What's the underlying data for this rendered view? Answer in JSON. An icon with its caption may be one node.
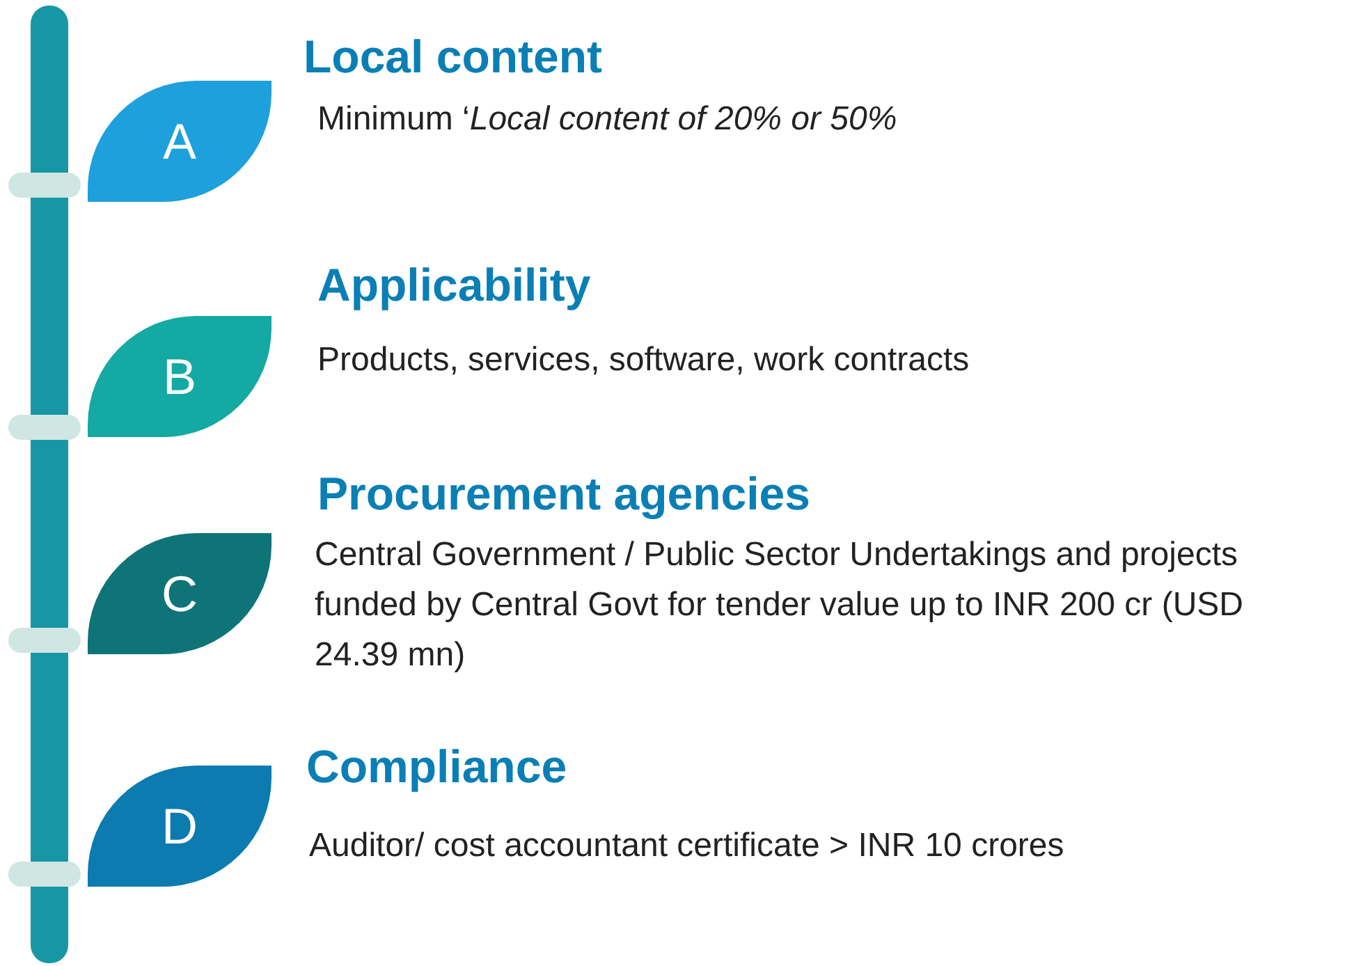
{
  "diagram": {
    "nodes": [
      {
        "text": [
          "A"
        ],
        "beside": [
          "Local content",
          "Minimum ‘*Local content of 20% or 50%*"
        ]
      },
      {
        "text": [
          "B"
        ],
        "beside": [
          "Applicability",
          "Products, services, software, work contracts"
        ]
      },
      {
        "text": [
          "C"
        ],
        "beside": [
          "Procurement agencies",
          "Central  Government / Public Sector Undertakings and projects funded by Central Govt for tender value up to INR 200 cr (USD 24.39 mn)"
        ]
      },
      {
        "text": [
          "D"
        ],
        "beside": [
          "Compliance",
          "Auditor/ cost accountant certificate > INR 10 crores"
        ]
      }
    ]
  }
}
